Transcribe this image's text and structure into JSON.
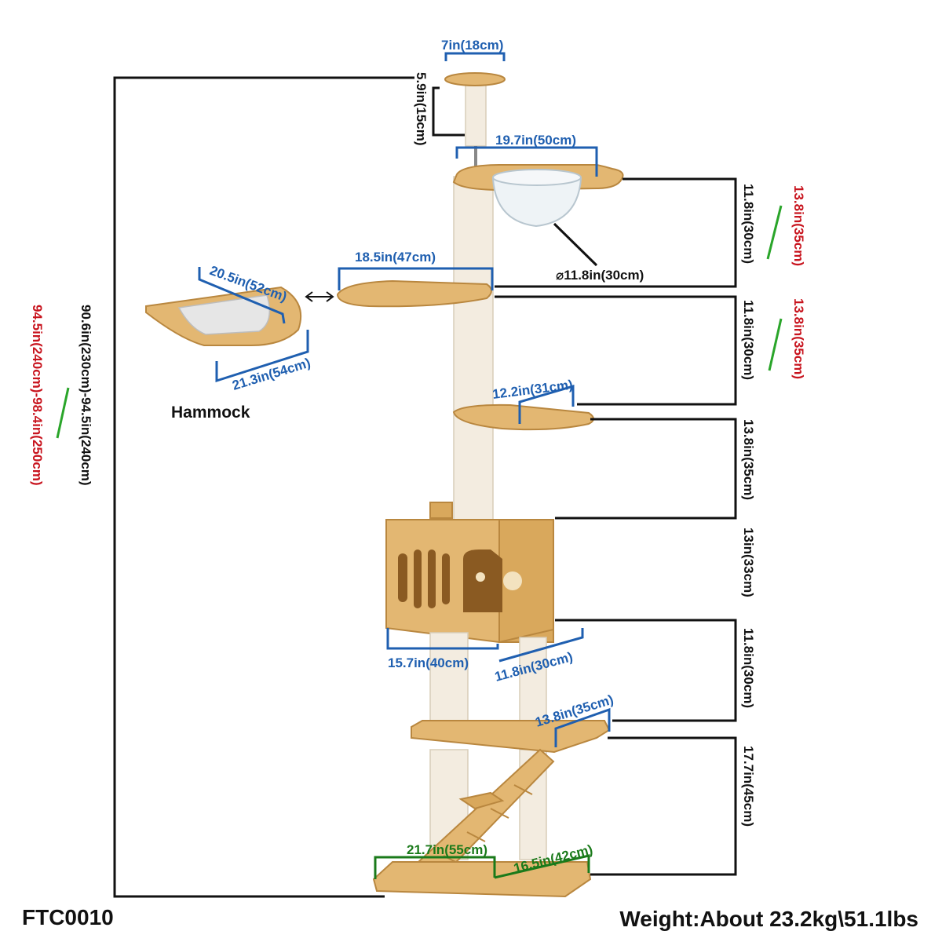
{
  "labels": {
    "top_platform_width": "7in(18cm)",
    "top_post_height": "5.9in(15cm)",
    "bowl_platform_width": "19.7in(50cm)",
    "bowl_diameter": "⌀11.8in(30cm)",
    "large_platform_width": "18.5in(47cm)",
    "small_platform_width": "12.2in(31cm)",
    "hammock_length": "20.5in(52cm)",
    "hammock_width": "21.3in(54cm)",
    "hammock_title": "Hammock",
    "box_width": "15.7in(40cm)",
    "box_depth": "11.8in(30cm)",
    "lower_platform_depth": "13.8in(35cm)",
    "base_width": "21.7in(55cm)",
    "base_depth": "16.5in(42cm)",
    "gap1": "11.8in(30cm)",
    "gap1_alt": "13.8in(35cm)",
    "gap2": "11.8in(30cm)",
    "gap2_alt": "13.8in(35cm)",
    "gap3": "13.8in(35cm)",
    "gap4": "13in(33cm)",
    "gap5": "11.8in(30cm)",
    "gap6": "17.7in(45cm)",
    "total_height": "90.6in(230cm)-94.5in(240cm)",
    "total_height_alt": "94.5in(240cm)-98.4in(250cm)"
  },
  "footer": {
    "model": "FTC0010",
    "weight": "Weight:About 23.2kg\\51.1lbs"
  },
  "colors": {
    "dimension_blue": "#1f5fb0",
    "dimension_black": "#111111",
    "alternate_red": "#c8141e",
    "base_green": "#1a7a1a",
    "wood": "#e3b772",
    "sisal": "#f3ece0"
  }
}
